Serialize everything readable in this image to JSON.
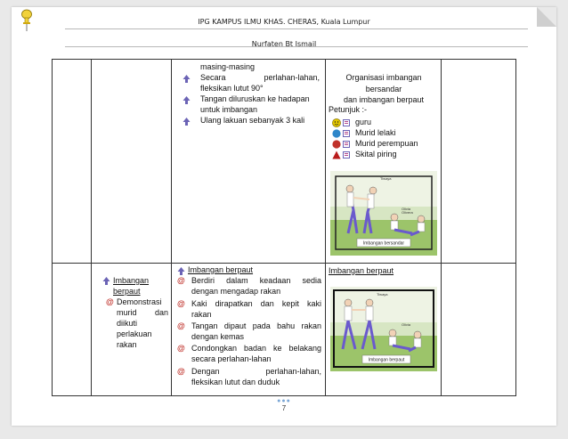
{
  "header": {
    "line1": "IPG KAMPUS ILMU KHAS. CHERAS, Kuala Lumpur",
    "line2": "Nurfaten Bt Ismail"
  },
  "row1": {
    "col3": {
      "continuation": "masing-masing",
      "bullets": [
        "Secara perlahan-lahan, fleksikan lutut 90°",
        "Tangan diluruskan ke hadapan untuk imbangan",
        "Ulang lakuan sebanyak 3 kali"
      ],
      "bullet_lines": [
        [
          "Secara",
          "perlahan-lahan,",
          "fleksikan lutut 90°"
        ],
        [
          "Tangan diluruskan ke hadapan",
          "untuk imbangan"
        ],
        [
          "Ulang lakuan sebanyak 3 kali"
        ]
      ]
    },
    "col4": {
      "title_lines": [
        "Organisasi imbangan bersandar",
        "dan imbangan berpaut"
      ],
      "legend_title": "Petunjuk :-",
      "legend": [
        {
          "label": "guru",
          "icon": "smiley-face-icon",
          "color": "#e2c600"
        },
        {
          "label": "Murid lelaki",
          "icon": "blue-circle-icon",
          "color": "#2f86c9"
        },
        {
          "label": "Murid perempuan",
          "icon": "red-circle-icon",
          "color": "#c0322b"
        },
        {
          "label": "Skital piring",
          "icon": "red-triangle-icon",
          "color": "#b91c1c"
        }
      ],
      "image_caption": "Imbangan bersandar",
      "image_labels": [
        "Tiwaya",
        "Olivia",
        "Olivera"
      ]
    }
  },
  "row2": {
    "col2": {
      "title": "Imbangan berpaut",
      "title_lines": [
        "Imbangan",
        "berpaut"
      ],
      "item": "Demonstrasi murid dan diikuti perlakuan rakan",
      "item_lines": [
        "Demonstrasi",
        "murid",
        "dan",
        "diikuti",
        "perlakuan",
        "rakan"
      ]
    },
    "col3": {
      "title": "Imbangan berpaut",
      "items": [
        [
          "Berdiri dalam keadaan sedia",
          "dengan mengadap rakan"
        ],
        [
          "Kaki dirapatkan dan kepit kaki",
          "rakan"
        ],
        [
          "Tangan dipaut pada bahu rakan",
          "dengan kemas"
        ],
        [
          "Condongkan badan ke belakang",
          "secara perlahan-lahan"
        ],
        [
          "Dengan perlahan-lahan,",
          "fleksikan lutut dan duduk"
        ]
      ],
      "last_split": [
        "Dengan",
        "perlahan-lahan,"
      ]
    },
    "col4": {
      "title": "Imbangan berpaut",
      "image_caption": "Imbangan berpaut",
      "image_labels": [
        "Tiwaya",
        "Olivia"
      ]
    }
  },
  "footer": {
    "page_number": "7"
  },
  "colors": {
    "header_rule": "#b8b8b8",
    "table_border": "#333333",
    "at_bullet": "#c0322b",
    "arrow_bullet": "#6b63b5"
  }
}
